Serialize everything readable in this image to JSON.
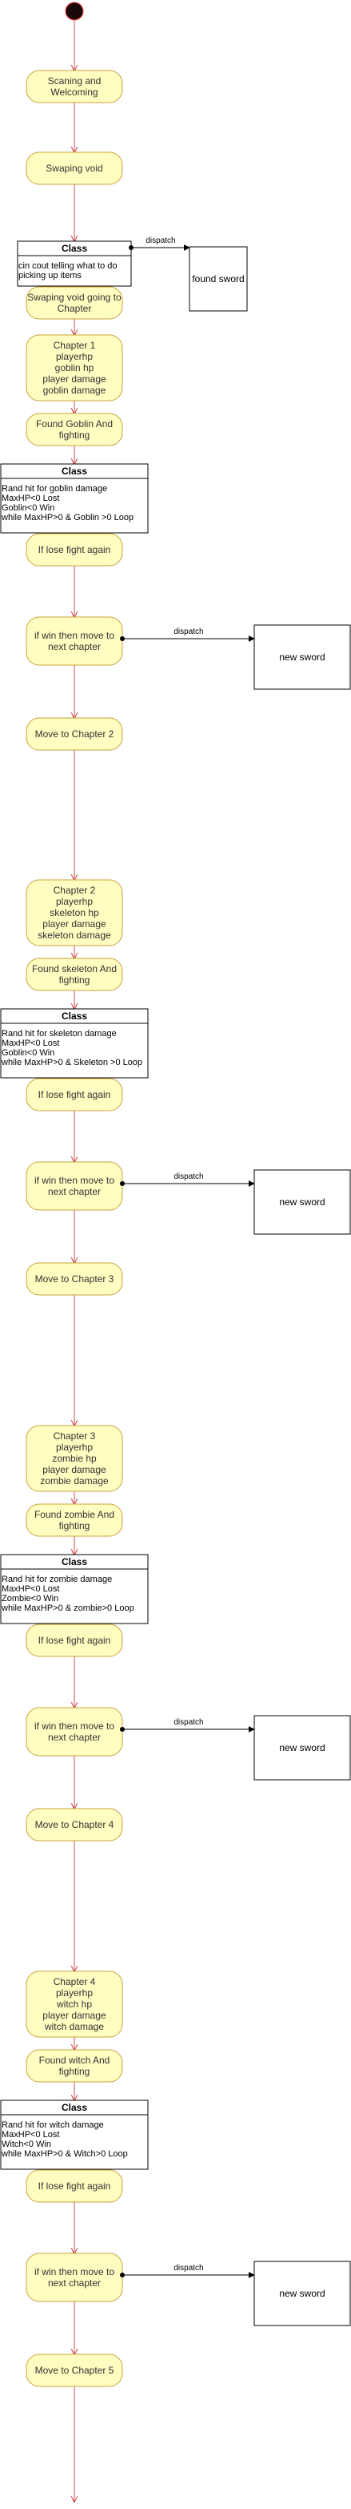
{
  "colors": {
    "state_fill": "#fffdc0",
    "state_stroke": "#c8a23c",
    "arrow": "#d05050",
    "initial": "#1a0808",
    "box_stroke": "#000000",
    "box_fill": "#ffffff"
  },
  "states": {
    "scanning": [
      "Scaning and",
      "Welcoming"
    ],
    "swaping_void": [
      "Swaping void"
    ],
    "swaping_void_chapter": [
      "Swaping void going to",
      "Chapter"
    ],
    "chapter1": [
      "Chapter 1",
      "playerhp",
      "goblin hp",
      "player damage",
      "goblin damage"
    ],
    "found_goblin": [
      "Found Goblin And",
      "fighting"
    ],
    "lose1": [
      "If lose fight again"
    ],
    "win1": [
      "if win then move to",
      "next chapter"
    ],
    "move2": [
      "Move to Chapter 2"
    ],
    "chapter2": [
      "Chapter 2",
      "playerhp",
      "skeleton hp",
      "player damage",
      "skeleton damage"
    ],
    "found_skeleton": [
      "Found skeleton And",
      "fighting"
    ],
    "lose2": [
      "If lose fight again"
    ],
    "win2": [
      "if win then move to",
      "next chapter"
    ],
    "move3": [
      "Move to Chapter 3"
    ],
    "chapter3": [
      "Chapter 3",
      "playerhp",
      "zombie hp",
      "player damage",
      "zombie damage"
    ],
    "found_zombie": [
      "Found zombie And",
      "fighting"
    ],
    "lose3": [
      "If lose fight again"
    ],
    "win3": [
      "if win then move to",
      "next chapter"
    ],
    "move4": [
      "Move to Chapter 4"
    ],
    "chapter4": [
      "Chapter 4",
      "playerhp",
      "witch hp",
      "player damage",
      "witch damage"
    ],
    "found_witch": [
      "Found witch And",
      "fighting"
    ],
    "lose4": [
      "If lose fight again"
    ],
    "win4": [
      "if win then move to",
      "next chapter"
    ],
    "move5": [
      "Move to Chapter 5"
    ]
  },
  "classes": {
    "intro": {
      "title": "Class",
      "lines": [
        "cin cout telling what to do",
        "picking up items"
      ]
    },
    "goblin": {
      "title": "Class",
      "lines": [
        "Rand hit for goblin damage",
        "MaxHP<0 Lost",
        "Goblin<0 Win",
        "while MaxHP>0 & Goblin >0 Loop"
      ]
    },
    "skeleton": {
      "title": "Class",
      "lines": [
        "Rand hit for skeleton damage",
        "MaxHP<0 Lost",
        "Goblin<0 Win",
        "while MaxHP>0 & Skeleton >0 Loop"
      ]
    },
    "zombie": {
      "title": "Class",
      "lines": [
        "Rand hit for zombie damage",
        "MaxHP<0 Lost",
        "Zombie<0 Win",
        "while MaxHP>0 & zombie>0 Loop"
      ]
    },
    "witch": {
      "title": "Class",
      "lines": [
        "Rand hit for witch damage",
        "MaxHP<0 Lost",
        "Witch<0 Win",
        "while MaxHP>0 & Witch>0 Loop"
      ]
    }
  },
  "dispatch_label": "dispatch",
  "swords": {
    "found_sword": "found sword",
    "new_sword_1": "new sword",
    "new_sword_2": "new sword",
    "new_sword_3": "new sword",
    "new_sword_4": "new sword"
  }
}
